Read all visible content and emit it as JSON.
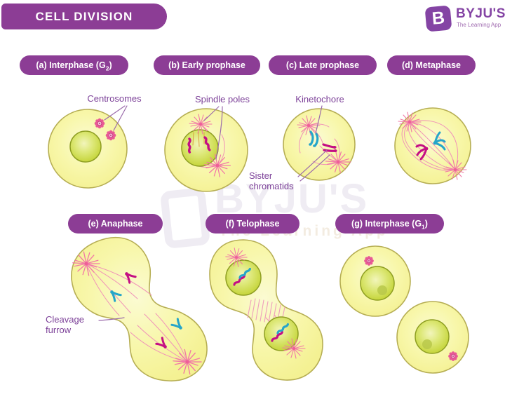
{
  "header": {
    "title": "CELL DIVISION"
  },
  "logo": {
    "icon_letter": "B",
    "name": "BYJU'S",
    "tagline": "The Learning App"
  },
  "watermark": {
    "icon_letter": "B",
    "name": "BYJU'S",
    "tagline": "The Learning App"
  },
  "phases": {
    "a": {
      "pre": "(a) Interphase (G",
      "sub": "2",
      "post": ")"
    },
    "b": {
      "pre": "(b) Early prophase",
      "sub": "",
      "post": ""
    },
    "c": {
      "pre": "(c) Late prophase",
      "sub": "",
      "post": ""
    },
    "d": {
      "pre": "(d) Metaphase",
      "sub": "",
      "post": ""
    },
    "e": {
      "pre": "(e) Anaphase",
      "sub": "",
      "post": ""
    },
    "f": {
      "pre": "(f) Telophase",
      "sub": "",
      "post": ""
    },
    "g": {
      "pre": "(g) Interphase (G",
      "sub": "1",
      "post": ")"
    }
  },
  "annotations": {
    "centrosomes": "Centrosomes",
    "spindle_poles": "Spindle poles",
    "kinetochore": "Kinetochore",
    "sister_chromatids": "Sister chromatids",
    "cleavage_furrow": "Cleavage furrow"
  },
  "colors": {
    "brand_purple": "#8c3d95",
    "label_purple": "#7d4299",
    "cell_yellow": "#f8f8ae",
    "nucleus_green": "#c9d83a",
    "chromosome_magenta": "#c40f84",
    "chromatid_teal": "#26a5c9",
    "spindle_pink": "#f07ba8"
  }
}
